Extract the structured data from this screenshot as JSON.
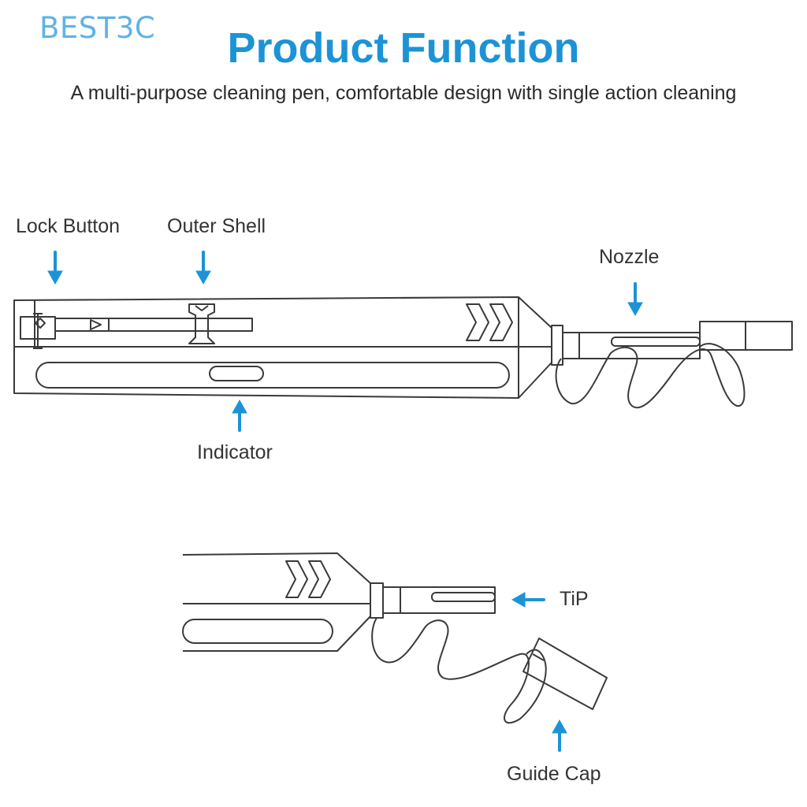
{
  "brand": "BEST3C",
  "header": {
    "title": "Product Function",
    "subtitle": "A multi-purpose cleaning pen, comfortable design with single action cleaning"
  },
  "labels": {
    "lock_button": "Lock Button",
    "outer_shell": "Outer Shell",
    "nozzle": "Nozzle",
    "indicator": "Indicator",
    "tip": "TiP",
    "guide_cap": "Guide Cap"
  },
  "colors": {
    "title": "#1c93d6",
    "brand": "#5fb3e6",
    "arrow": "#1c93d6",
    "outline": "#3a3a3a"
  }
}
